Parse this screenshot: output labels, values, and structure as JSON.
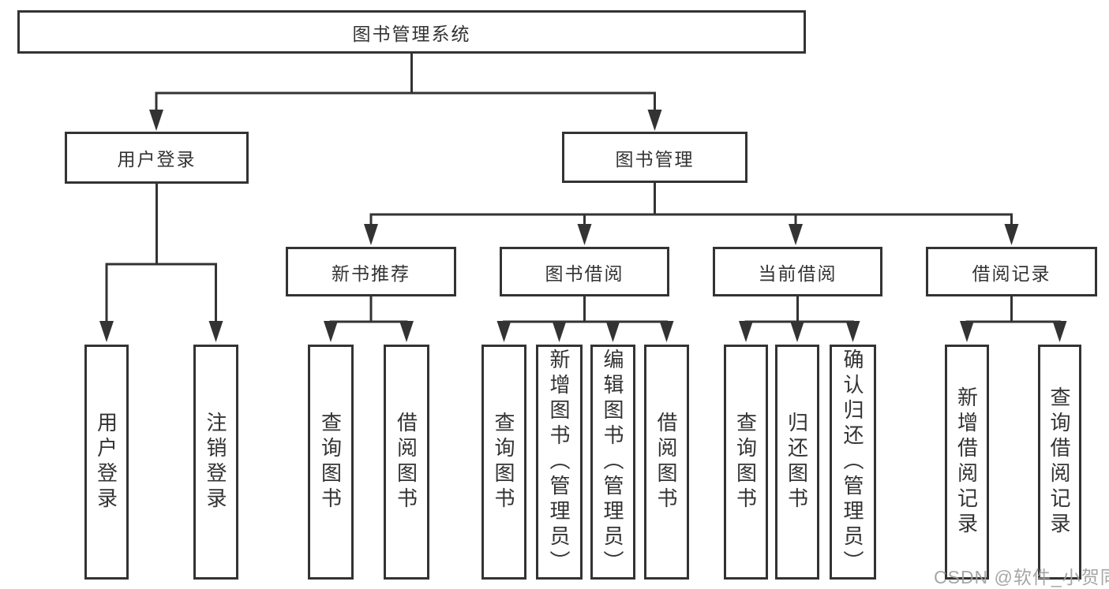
{
  "diagram": {
    "root": {
      "label": "图书管理系统"
    },
    "branches": [
      {
        "label": "用户登录",
        "children": [
          {
            "label": "用户登录"
          },
          {
            "label": "注销登录"
          }
        ]
      },
      {
        "label": "图书管理",
        "children": [
          {
            "label": "新书推荐",
            "children": [
              {
                "label": "查询图书"
              },
              {
                "label": "借阅图书"
              }
            ]
          },
          {
            "label": "图书借阅",
            "children": [
              {
                "label": "查询图书"
              },
              {
                "label": "新增图书（管理员）"
              },
              {
                "label": "编辑图书（管理员）"
              },
              {
                "label": "借阅图书"
              }
            ]
          },
          {
            "label": "当前借阅",
            "children": [
              {
                "label": "查询图书"
              },
              {
                "label": "归还图书"
              },
              {
                "label": "确认归还（管理员）"
              }
            ]
          },
          {
            "label": "借阅记录",
            "children": [
              {
                "label": "新增借阅记录"
              },
              {
                "label": "查询借阅记录"
              }
            ]
          }
        ]
      }
    ]
  },
  "watermark": {
    "text": "CSDN @软件_小贺同学"
  },
  "colors": {
    "line": "#333333",
    "box_border": "#333333",
    "box_background": "#ffffff",
    "text": "#333333",
    "watermark": "#9e9e9e"
  }
}
